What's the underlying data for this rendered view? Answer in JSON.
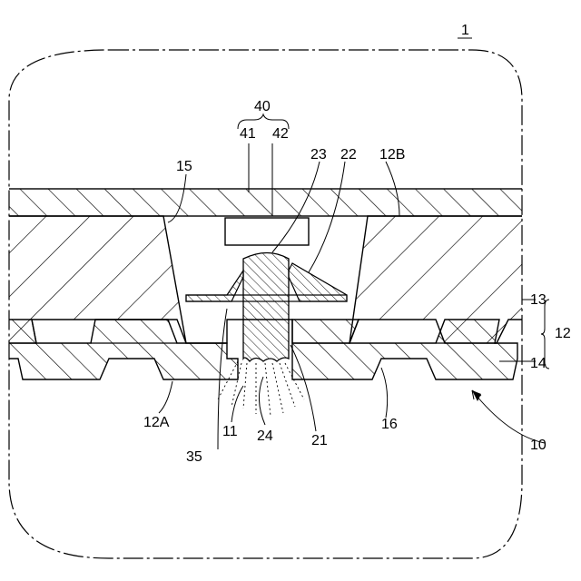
{
  "figure_number": "1",
  "labels": {
    "l40": "40",
    "l41": "41",
    "l42": "42",
    "l15": "15",
    "l23": "23",
    "l22": "22",
    "l12B": "12B",
    "l13": "13",
    "l12": "12",
    "l14": "14",
    "l12A": "12A",
    "l11": "11",
    "l24": "24",
    "l21": "21",
    "l16": "16",
    "l10": "10",
    "l35": "35"
  }
}
